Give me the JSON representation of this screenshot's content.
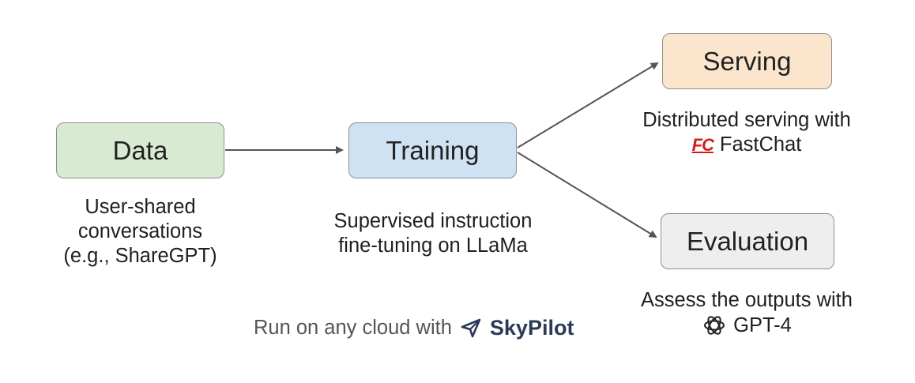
{
  "nodes": {
    "data": "Data",
    "training": "Training",
    "serving": "Serving",
    "evaluation": "Evaluation"
  },
  "captions": {
    "data": [
      "User-shared",
      "conversations",
      "(e.g., ShareGPT)"
    ],
    "training": [
      "Supervised instruction",
      "fine-tuning on LLaMa"
    ],
    "serving_line1": "Distributed serving with",
    "serving_logo": "FC",
    "serving_brand": "FastChat",
    "evaluation_line1": "Assess the outputs with",
    "evaluation_brand": "GPT-4"
  },
  "footer": {
    "text": "Run on any cloud with",
    "brand": "SkyPilot"
  },
  "colors": {
    "data": "#d9ead3",
    "training": "#cfe2f3",
    "serving": "#fce5cd",
    "evaluation": "#eeeeee",
    "arrow": "#555555",
    "fastchat_red": "#d51c1c",
    "skypilot_navy": "#2b3a55"
  },
  "icons": {
    "fastchat": "fastchat-logo-icon",
    "gpt": "openai-logo-icon",
    "skypilot": "skypilot-logo-icon"
  }
}
